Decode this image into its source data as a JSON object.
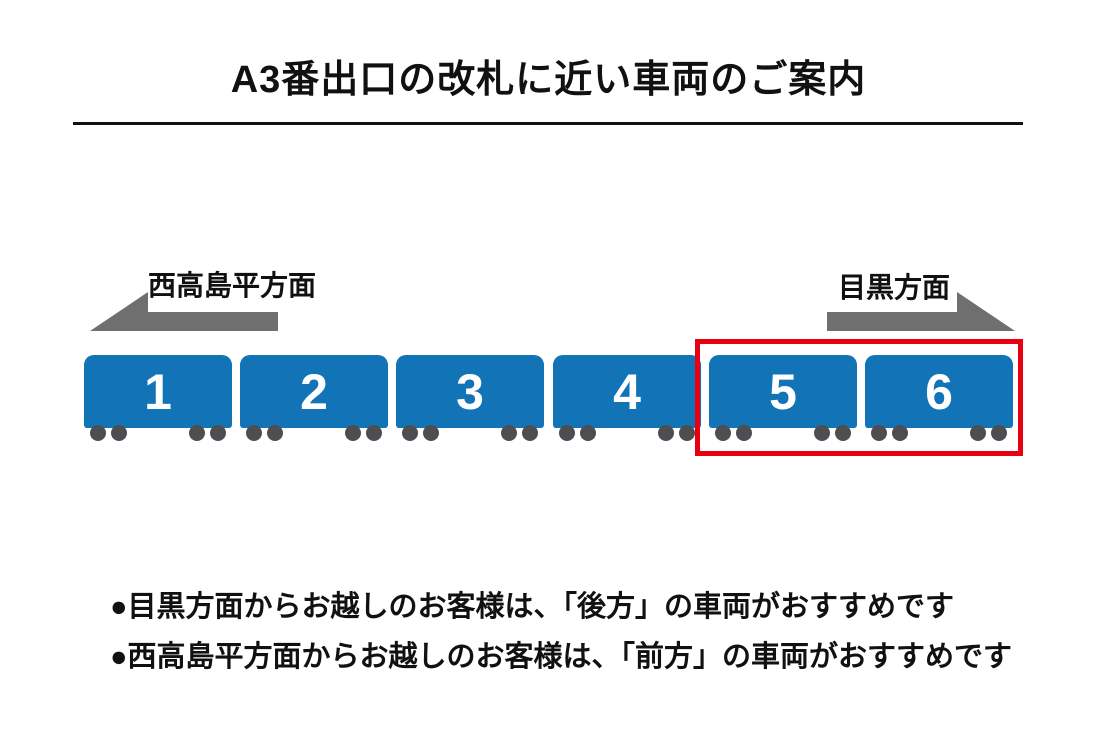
{
  "title": "A3番出口の改札に近い車両のご案内",
  "directions": {
    "left": {
      "label": "西高島平方面",
      "arrow": "left-direction-arrow"
    },
    "right": {
      "label": "目黒方面",
      "arrow": "right-direction-arrow"
    }
  },
  "train": {
    "cars": [
      {
        "number": "1"
      },
      {
        "number": "2"
      },
      {
        "number": "3"
      },
      {
        "number": "4"
      },
      {
        "number": "5"
      },
      {
        "number": "6"
      }
    ],
    "highlighted_car_numbers": [
      "5",
      "6"
    ]
  },
  "notes": [
    "●目黒方面からお越しのお客様は、「後方」の車両がおすすめです",
    "●西高島平方面からお越しのお客様は、「前方」の車両がおすすめです"
  ],
  "colors": {
    "car_blue": "#1274b7",
    "wheel_gray": "#4d4d52",
    "arrow_gray": "#6f6f6f",
    "highlight_red": "#e60012",
    "ink": "#111111",
    "bg": "#ffffff"
  }
}
